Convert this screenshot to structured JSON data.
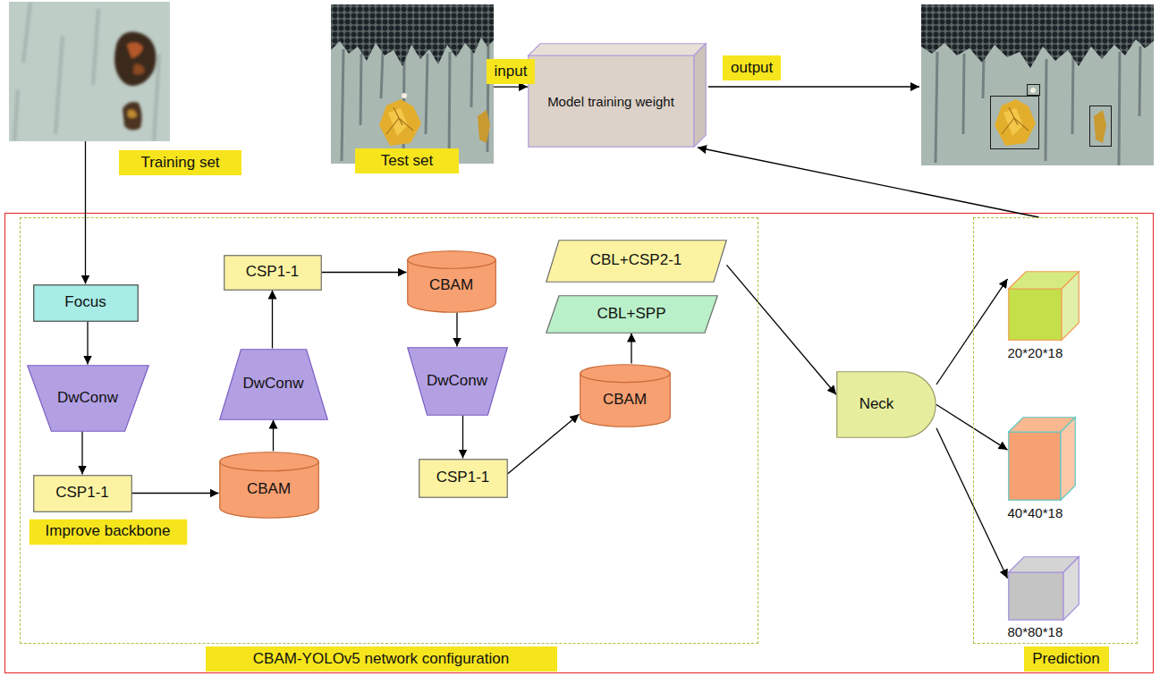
{
  "diagram": {
    "nodes": [
      {
        "text": [
          "Training set"
        ]
      },
      {
        "text": [
          "Test set"
        ]
      },
      {
        "text": [
          "Model training weight"
        ]
      },
      {
        "text": [
          "CBAM-YOLOv5 network configuration"
        ]
      },
      {
        "text": [
          "Focus"
        ],
        "in": 3
      },
      {
        "text": [
          "DwConw"
        ],
        "in": 3
      },
      {
        "text": [
          "CSP1-1"
        ],
        "in": 3
      },
      {
        "text": [
          "Improve backbone"
        ],
        "in": 3
      },
      {
        "text": [
          "CBAM"
        ],
        "in": 3
      },
      {
        "text": [
          "DwConw"
        ],
        "in": 3
      },
      {
        "text": [
          "CSP1-1"
        ],
        "in": 3
      },
      {
        "text": [
          "CBAM"
        ],
        "in": 3
      },
      {
        "text": [
          "DwConw"
        ],
        "in": 3
      },
      {
        "text": [
          "CSP1-1"
        ],
        "in": 3
      },
      {
        "text": [
          "CBAM"
        ],
        "in": 3
      },
      {
        "text": [
          "CBL+CSP2-1"
        ],
        "in": 3
      },
      {
        "text": [
          "CBL+SPP"
        ],
        "in": 3
      },
      {
        "text": [
          "Neck"
        ]
      },
      {
        "text": [
          "Prediction"
        ]
      },
      {
        "text": [
          "20*20*18"
        ],
        "in": 18
      },
      {
        "text": [
          "40*40*18"
        ],
        "in": 18
      },
      {
        "text": [
          "80*80*18"
        ],
        "in": 18
      }
    ],
    "edges": [
      {
        "from": 0,
        "to": 4,
        "arrow": "to"
      },
      {
        "from": 1,
        "to": 2,
        "label": "input",
        "arrow": "to"
      },
      {
        "from": 4,
        "to": 5,
        "arrow": "to"
      },
      {
        "from": 5,
        "to": 6,
        "arrow": "to"
      },
      {
        "from": 6,
        "to": 8,
        "arrow": "to"
      },
      {
        "from": 8,
        "to": 9,
        "arrow": "to"
      },
      {
        "from": 9,
        "to": 10,
        "arrow": "to"
      },
      {
        "from": 10,
        "to": 11,
        "arrow": "to"
      },
      {
        "from": 11,
        "to": 12,
        "arrow": "to"
      },
      {
        "from": 12,
        "to": 13,
        "arrow": "to"
      },
      {
        "from": 13,
        "to": 14,
        "arrow": "to"
      },
      {
        "from": 14,
        "to": 16,
        "arrow": "to"
      },
      {
        "from": 15,
        "to": 17,
        "arrow": "to"
      },
      {
        "from": 17,
        "to": 19,
        "arrow": "to"
      },
      {
        "from": 17,
        "to": 20,
        "arrow": "to"
      },
      {
        "from": 17,
        "to": 21,
        "arrow": "to"
      },
      {
        "from": 18,
        "to": 2,
        "arrow": "to"
      }
    ],
    "labels": [
      "output"
    ]
  }
}
